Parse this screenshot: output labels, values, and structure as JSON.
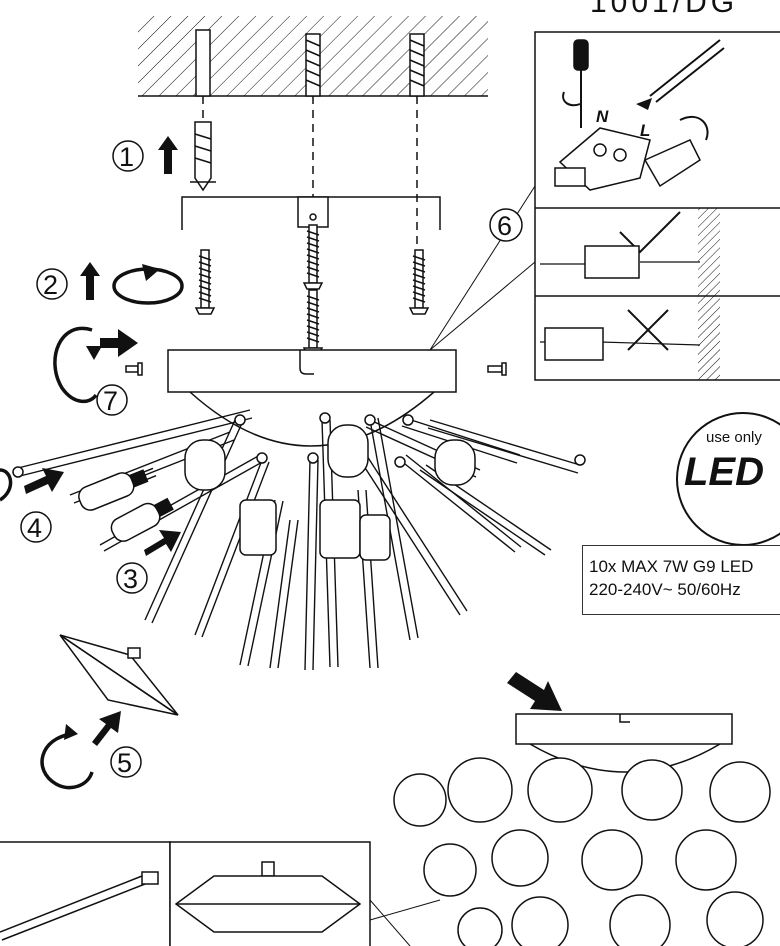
{
  "header_fragment": "1001/DG",
  "steps": [
    "1",
    "2",
    "3",
    "4",
    "5",
    "6",
    "7"
  ],
  "led_badge": {
    "top": "use only",
    "big": "LED"
  },
  "spec": {
    "line1": "10x MAX 7W G9 LED",
    "line2": "220-240V~ 50/60Hz"
  },
  "wiring": {
    "neutral": "N",
    "live": "L"
  },
  "colors": {
    "ink": "#111111",
    "paper": "#ffffff"
  }
}
